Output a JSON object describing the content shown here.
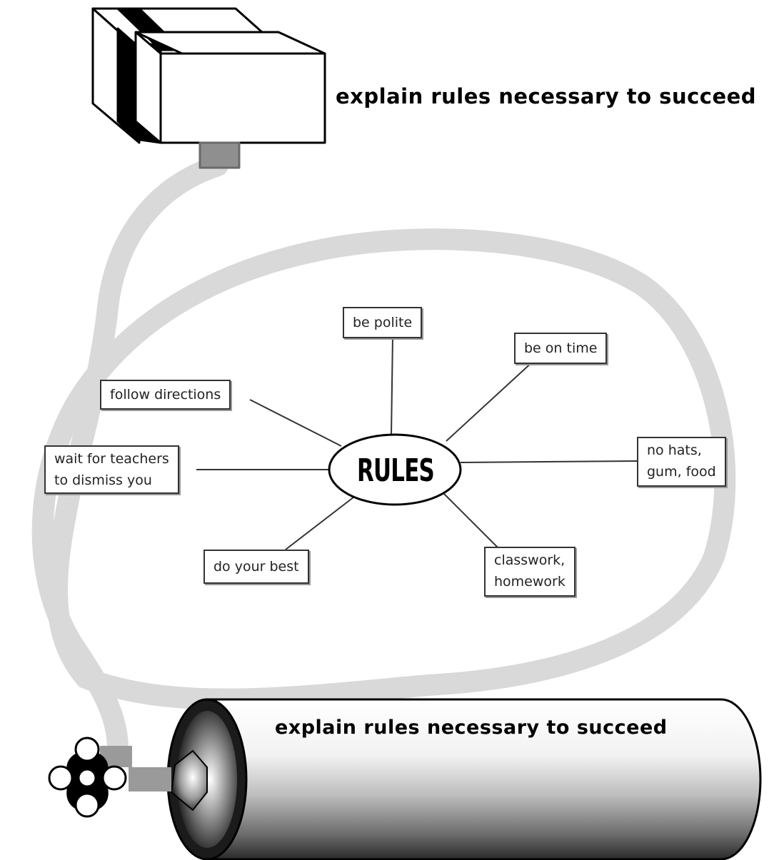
{
  "title_top": "explain rules necessary to succeed",
  "title_tank": "explain rules necessary to succeed",
  "hub": "RULES",
  "nodes": {
    "be_polite": "be polite",
    "be_on_time": "be on time",
    "follow_directions": "follow directions",
    "no_hats": [
      "no hats,",
      "gum, food"
    ],
    "wait": [
      "wait for teachers",
      "to dismiss you"
    ],
    "do_best": "do your best",
    "classwork": [
      "classwork,",
      "homework"
    ]
  },
  "colors": {
    "hose": "#d9d9d9",
    "outline": "#000000",
    "box_fill": "#ffffff"
  }
}
